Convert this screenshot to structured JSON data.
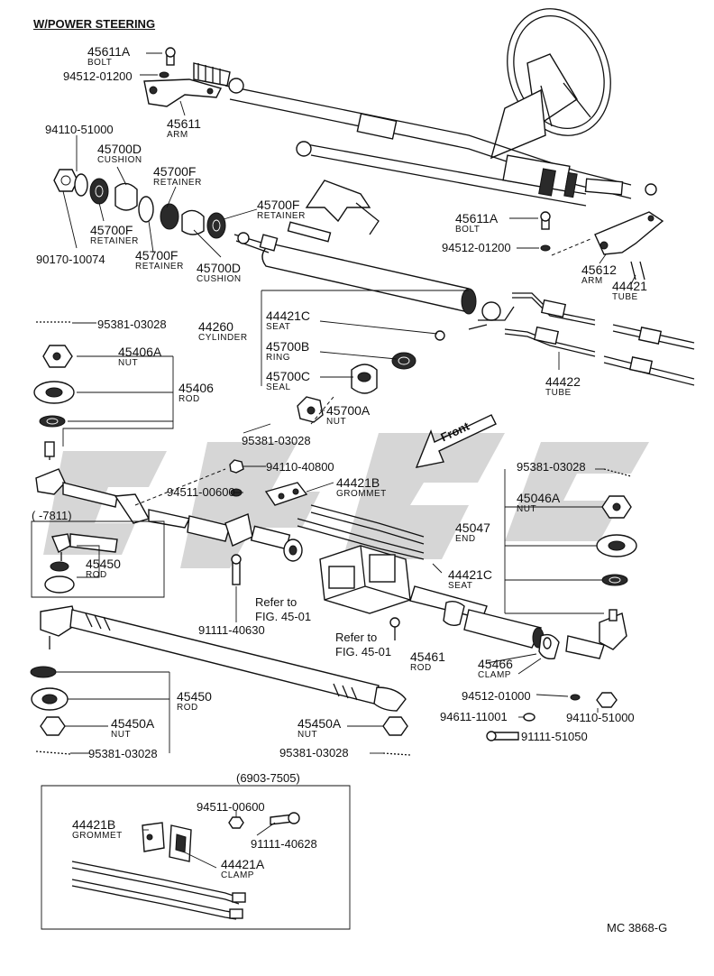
{
  "header": {
    "title": "W/POWER STEERING"
  },
  "footer": {
    "code": "MC 3868-G"
  },
  "front_label": "Front",
  "notes": {
    "refer1_a": "Refer to",
    "refer1_b": "FIG. 45-01",
    "refer2_a": "Refer to",
    "refer2_b": "FIG. 45-01",
    "range_old": "( -7811)",
    "range_box": "(6903-7505)"
  },
  "labels": [
    {
      "id": "p45611a_top",
      "number": "45611A",
      "name": "BOLT"
    },
    {
      "id": "p94512_top",
      "number": "94512-01200",
      "name": ""
    },
    {
      "id": "p45611_arm",
      "number": "45611",
      "name": "ARM"
    },
    {
      "id": "p94110_51000_top",
      "number": "94110-51000",
      "name": ""
    },
    {
      "id": "p45700d_1",
      "number": "45700D",
      "name": "CUSHION"
    },
    {
      "id": "p45700f_1",
      "number": "45700F",
      "name": "RETAINER"
    },
    {
      "id": "p45700f_2",
      "number": "45700F",
      "name": "RETAINER"
    },
    {
      "id": "p45700f_3",
      "number": "45700F",
      "name": "RETAINER"
    },
    {
      "id": "p45700f_4",
      "number": "45700F",
      "name": "RETAINER"
    },
    {
      "id": "p45700d_2",
      "number": "45700D",
      "name": "CUSHION"
    },
    {
      "id": "p90170",
      "number": "90170-10074",
      "name": ""
    },
    {
      "id": "p45611a_right",
      "number": "45611A",
      "name": "BOLT"
    },
    {
      "id": "p94512_right",
      "number": "94512-01200",
      "name": ""
    },
    {
      "id": "p45612",
      "number": "45612",
      "name": "ARM"
    },
    {
      "id": "p44421",
      "number": "44421",
      "name": "TUBE"
    },
    {
      "id": "p44260",
      "number": "44260",
      "name": "CYLINDER"
    },
    {
      "id": "p44421c_1",
      "number": "44421C",
      "name": "SEAT"
    },
    {
      "id": "p45700b",
      "number": "45700B",
      "name": "RING"
    },
    {
      "id": "p45700c",
      "number": "45700C",
      "name": "SEAL"
    },
    {
      "id": "p44422",
      "number": "44422",
      "name": "TUBE"
    },
    {
      "id": "p95381_1",
      "number": "95381-03028",
      "name": ""
    },
    {
      "id": "p45406a",
      "number": "45406A",
      "name": "NUT"
    },
    {
      "id": "p45406",
      "number": "45406",
      "name": "ROD"
    },
    {
      "id": "p45700a",
      "number": "45700A",
      "name": "NUT"
    },
    {
      "id": "p95381_2",
      "number": "95381-03028",
      "name": ""
    },
    {
      "id": "p94110_40800",
      "number": "94110-40800",
      "name": ""
    },
    {
      "id": "p44421b_1",
      "number": "44421B",
      "name": "GROMMET"
    },
    {
      "id": "p94511_1",
      "number": "94511-00600",
      "name": ""
    },
    {
      "id": "p95381_3",
      "number": "95381-03028",
      "name": ""
    },
    {
      "id": "p45046a",
      "number": "45046A",
      "name": "NUT"
    },
    {
      "id": "p45047",
      "number": "45047",
      "name": "END"
    },
    {
      "id": "p45450_small",
      "number": "45450",
      "name": "ROD"
    },
    {
      "id": "p44421c_2",
      "number": "44421C",
      "name": "SEAT"
    },
    {
      "id": "p91111_40630",
      "number": "91111-40630",
      "name": ""
    },
    {
      "id": "p45461",
      "number": "45461",
      "name": "ROD"
    },
    {
      "id": "p45466",
      "number": "45466",
      "name": "CLAMP"
    },
    {
      "id": "p45450_big",
      "number": "45450",
      "name": "ROD"
    },
    {
      "id": "p45450a_left",
      "number": "45450A",
      "name": "NUT"
    },
    {
      "id": "p95381_4",
      "number": "95381-03028",
      "name": ""
    },
    {
      "id": "p45450a_mid",
      "number": "45450A",
      "name": "NUT"
    },
    {
      "id": "p95381_5",
      "number": "95381-03028",
      "name": ""
    },
    {
      "id": "p94512_01000",
      "number": "94512-01000",
      "name": ""
    },
    {
      "id": "p94611",
      "number": "94611-11001",
      "name": ""
    },
    {
      "id": "p94110_51000_b",
      "number": "94110-51000",
      "name": ""
    },
    {
      "id": "p91111_51050",
      "number": "91111-51050",
      "name": ""
    },
    {
      "id": "p94511_2",
      "number": "94511-00600",
      "name": ""
    },
    {
      "id": "p44421b_2",
      "number": "44421B",
      "name": "GROMMET"
    },
    {
      "id": "p91111_40628",
      "number": "91111-40628",
      "name": ""
    },
    {
      "id": "p44421a",
      "number": "44421A",
      "name": "CLAMP"
    }
  ]
}
